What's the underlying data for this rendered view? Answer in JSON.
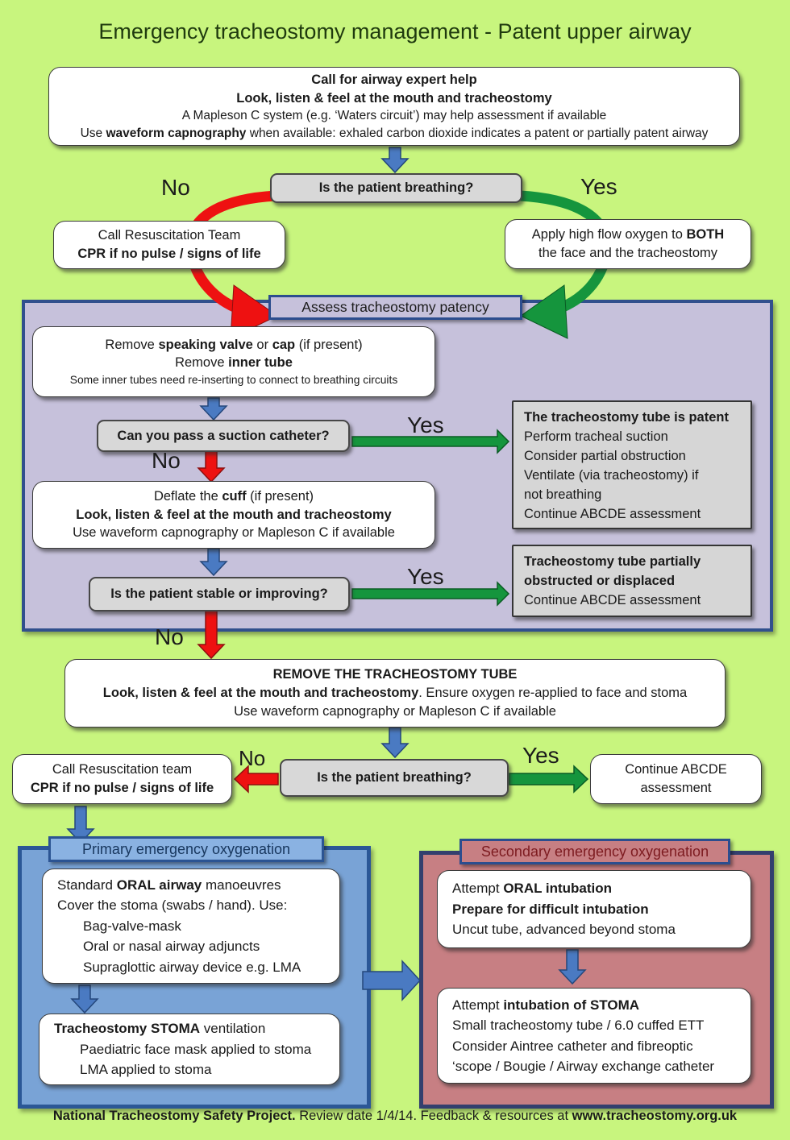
{
  "title": "Emergency tracheostomy management - Patent upper airway",
  "labels": {
    "no": "No",
    "yes": "Yes"
  },
  "top_box": {
    "l1": "Call for airway expert help",
    "l2": "Look, listen & feel at the mouth and tracheostomy",
    "l3": "A Mapleson C system (e.g. ‘Waters circuit’) may help assessment if available",
    "l4a": "Use ",
    "l4b": "waveform capnography",
    "l4c": " when available:  exhaled carbon dioxide indicates a patent or partially patent airway"
  },
  "decision_breathing_1": "Is the patient breathing?",
  "resus_box_1": {
    "l1": "Call Resuscitation Team",
    "l2": "CPR if no pulse / signs of life"
  },
  "oxygen_box": {
    "l1a": "Apply high flow oxygen to ",
    "l1b": "BOTH",
    "l2": "the face and the tracheostomy"
  },
  "patency_panel": {
    "header": "Assess tracheostomy patency",
    "remove_box": {
      "l1a": "Remove ",
      "l1b": "speaking valve",
      "l1c": " or ",
      "l1d": "cap",
      "l1e": " (if present)",
      "l2a": "Remove ",
      "l2b": "inner tube",
      "l3": "Some inner tubes need re-inserting to connect to breathing circuits"
    },
    "suction_question": "Can you pass a suction catheter?",
    "patent_box": {
      "l1": "The tracheostomy tube is patent",
      "l2": "Perform tracheal suction",
      "l3": "Consider partial obstruction",
      "l4": "Ventilate (via tracheostomy) if",
      "l5": "not breathing",
      "l6": "Continue ABCDE assessment"
    },
    "deflate_box": {
      "l1a": "Deflate the ",
      "l1b": "cuff",
      "l1c": " (if present)",
      "l2": "Look, listen & feel at the mouth and tracheostomy",
      "l3": "Use waveform capnography or Mapleson C if available"
    },
    "stable_question": "Is the patient stable or improving?",
    "partial_box": {
      "l1": "Tracheostomy tube partially",
      "l2": "obstructed or displaced",
      "l3": "Continue ABCDE assessment"
    }
  },
  "remove_tube_box": {
    "l1": "REMOVE THE TRACHEOSTOMY TUBE",
    "l2a": "Look, listen & feel at the mouth and tracheostomy",
    "l2b": ". Ensure oxygen re-applied to face and stoma",
    "l3": "Use waveform capnography or Mapleson C if available"
  },
  "decision_breathing_2": "Is the patient breathing?",
  "resus_box_2": {
    "l1": "Call Resuscitation team",
    "l2": "CPR if no pulse / signs of life"
  },
  "continue_box": {
    "l1": "Continue ABCDE",
    "l2": "assessment"
  },
  "primary_panel": {
    "header": "Primary emergency oxygenation",
    "box1": {
      "l1a": "Standard ",
      "l1b": "ORAL airway",
      "l1c": " manoeuvres",
      "l2": "Cover the stoma (swabs / hand). Use:",
      "l3": "Bag-valve-mask",
      "l4": "Oral or nasal airway adjuncts",
      "l5": "Supraglottic airway device e.g. LMA"
    },
    "box2": {
      "l1a": "Tracheostomy STOMA",
      "l1b": " ventilation",
      "l2": "Paediatric face mask applied to stoma",
      "l3": "LMA applied to stoma"
    }
  },
  "secondary_panel": {
    "header": "Secondary emergency oxygenation",
    "box1": {
      "l1a": "Attempt ",
      "l1b": "ORAL intubation",
      "l2": "Prepare for difficult intubation",
      "l3": "Uncut tube, advanced beyond stoma"
    },
    "box2": {
      "l1a": "Attempt ",
      "l1b": "intubation of STOMA",
      "l2": "Small tracheostomy tube / 6.0 cuffed ETT",
      "l3": "Consider Aintree catheter and fibreoptic",
      "l4": "‘scope / Bougie / Airway exchange catheter"
    }
  },
  "footer": {
    "bold1": "National Tracheostomy Safety Project.",
    "mid": " Review date 1/4/14. Feedback & resources at ",
    "bold2": "www.tracheostomy.org.uk"
  },
  "colors": {
    "background": "#c8f57e",
    "panel_purple": "#c6c1db",
    "panel_blue": "#79a3d6",
    "panel_pink": "#c77f83",
    "arrow_blue": "#4a7ac2",
    "arrow_red": "#ee1111",
    "arrow_green": "#15953d",
    "box_gray": "#d8d8d8"
  }
}
